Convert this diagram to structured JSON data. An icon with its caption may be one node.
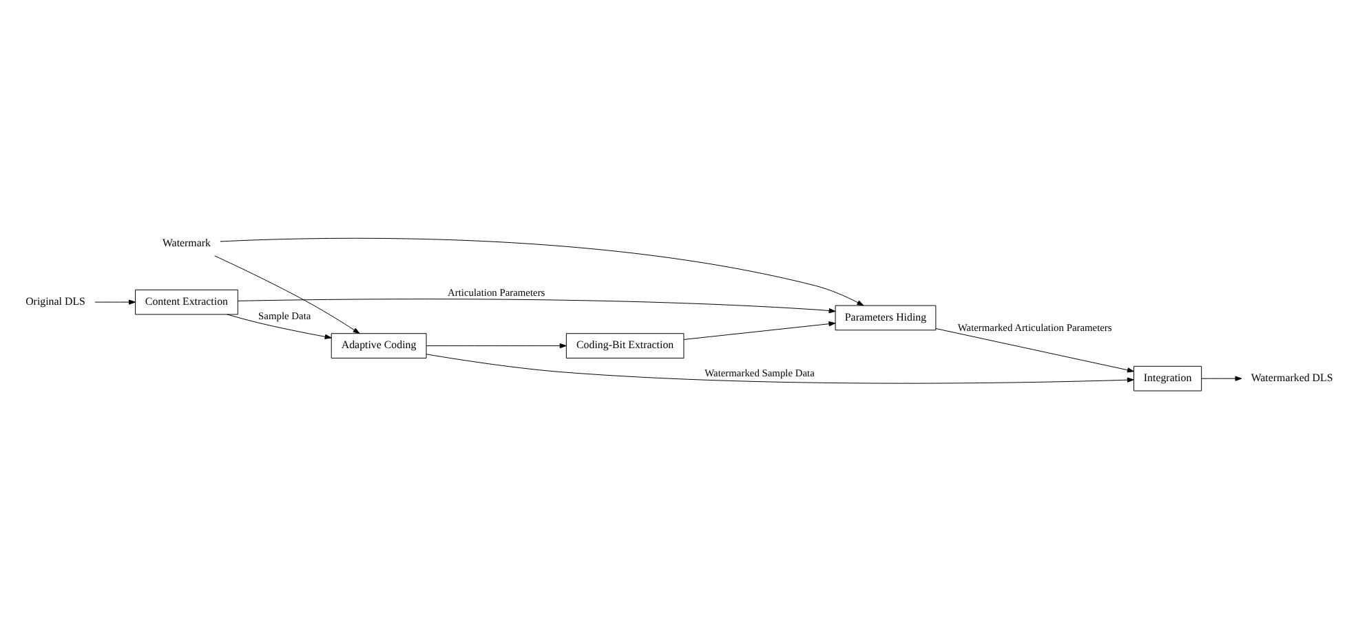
{
  "diagram": {
    "nodes": [
      {
        "text": [
          "Original DLS"
        ]
      },
      {
        "text": [
          "Content Extraction"
        ]
      },
      {
        "text": [
          "Parameters Hiding"
        ]
      },
      {
        "text": [
          "Watermark"
        ]
      },
      {
        "text": [
          "Coding-Bit Extraction"
        ]
      },
      {
        "text": [
          "Adaptive Coding"
        ]
      },
      {
        "text": [
          "Integration"
        ]
      },
      {
        "text": [
          "Watermarked DLS"
        ]
      }
    ],
    "edges": [
      {
        "from": 0,
        "to": 1,
        "arrow": "to"
      },
      {
        "from": 1,
        "to": 2,
        "arrow": "to",
        "label": "Articulation Parameters"
      },
      {
        "from": 1,
        "to": 5,
        "arrow": "to",
        "label": "Sample Data"
      },
      {
        "from": 3,
        "to": 2,
        "arrow": "to"
      },
      {
        "from": 3,
        "to": 5,
        "arrow": "to"
      },
      {
        "from": 4,
        "to": 2,
        "arrow": "to"
      },
      {
        "from": 5,
        "to": 4,
        "arrow": "to"
      },
      {
        "from": 5,
        "to": 6,
        "arrow": "to",
        "label": "Watermarked Sample Data"
      },
      {
        "from": 2,
        "to": 6,
        "arrow": "to",
        "label": "Watermarked Articulation Parameters"
      },
      {
        "from": 6,
        "to": 7,
        "arrow": "to"
      }
    ]
  }
}
